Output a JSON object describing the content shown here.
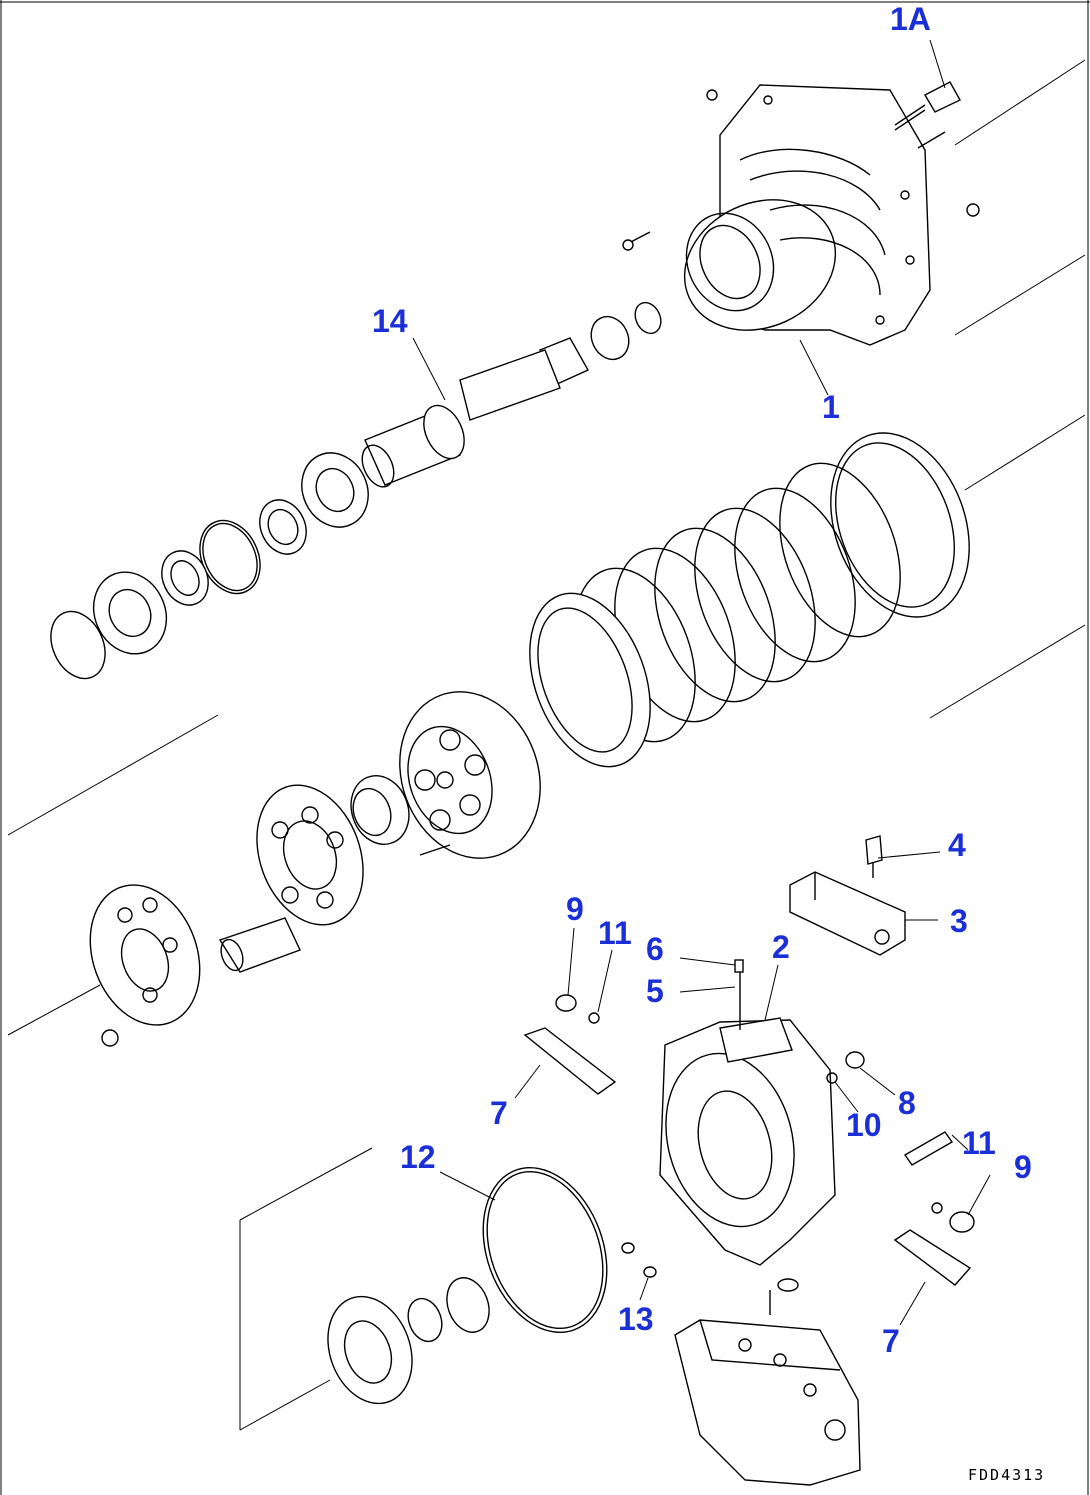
{
  "labels": {
    "p1": "1",
    "p1a": "1A",
    "p2": "2",
    "p3": "3",
    "p4": "4",
    "p5": "5",
    "p6": "6",
    "p7a": "7",
    "p7b": "7",
    "p8": "8",
    "p9a": "9",
    "p9b": "9",
    "p10": "10",
    "p11a": "11",
    "p11b": "11",
    "p12": "12",
    "p13": "13",
    "p14": "14"
  },
  "figure_code": "FDD4313",
  "colors": {
    "label": "#1a2fd8",
    "line": "#000000",
    "background": "#ffffff"
  }
}
